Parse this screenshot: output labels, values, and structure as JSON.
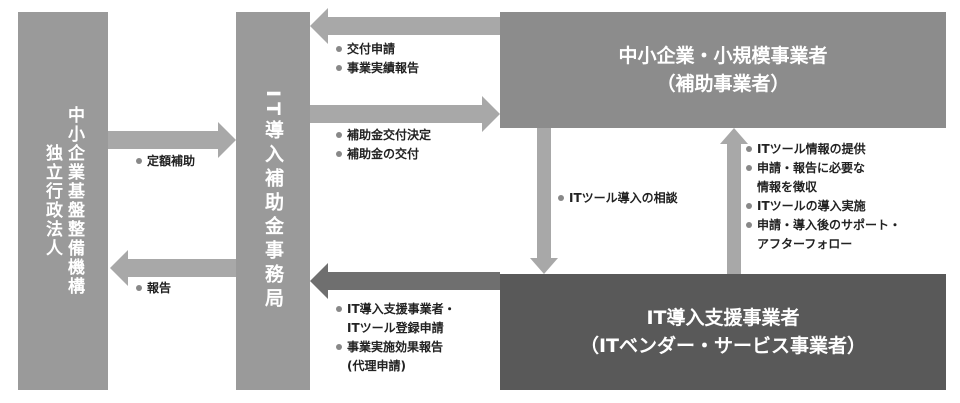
{
  "boxes": {
    "ipa": {
      "line1": "独立行政法人",
      "line2": "中小企業基盤整備機構"
    },
    "office": {
      "text": "IT導入補助金事務局"
    },
    "sme": {
      "line1": "中小企業・小規模事業者",
      "line2": "（補助事業者）"
    },
    "vendor": {
      "line1": "IT導入支援事業者",
      "line2": "（ITベンダー・サービス事業者）"
    }
  },
  "labels": {
    "fixed_subsidy": "定額補助",
    "report": "報告",
    "application": "交付申請",
    "performance_report": "事業実績報告",
    "decision": "補助金交付決定",
    "grant": "補助金の交付",
    "consult": "ITツール導入の相談",
    "vendor_apply_1": "IT導入支援事業者・",
    "vendor_apply_2": "ITツール登録申請",
    "effect_report": "事業実施効果報告",
    "proxy": "(代理申請)",
    "support": {
      "provide_info": "ITツール情報の提供",
      "necessary_1": "申請・報告に必要な",
      "necessary_2": "情報を徴収",
      "implement": "ITツールの導入実施",
      "after_1": "申請・導入後のサポート・",
      "after_2": "アフターフォロー"
    }
  },
  "colors": {
    "box": "#9a9a9a",
    "arrow": "#a8a8a8",
    "vendor_box": "#595959",
    "sme_box": "#8c8c8c"
  }
}
